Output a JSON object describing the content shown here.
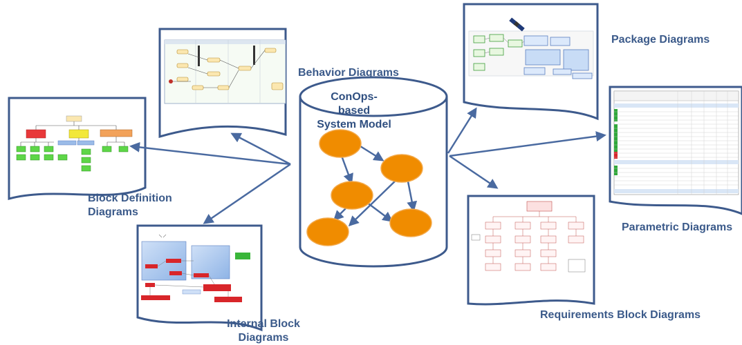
{
  "colors": {
    "doc_border": "#3d5a8c",
    "node_fill": "#f08c00",
    "node_stroke": "#f3a94a",
    "arrow": "#4a6aa0",
    "label": "#3b5a8a"
  },
  "center": {
    "line1": "ConOps-based",
    "line2": "System Model"
  },
  "labels": {
    "behavior": "Behavior Diagrams",
    "package": "Package Diagrams",
    "block_def_1": "Block Definition",
    "block_def_2": "Diagrams",
    "parametric": "Parametric Diagrams",
    "internal_1": "Internal Block",
    "internal_2": "Diagrams",
    "requirements": "Requirements Block Diagrams"
  }
}
